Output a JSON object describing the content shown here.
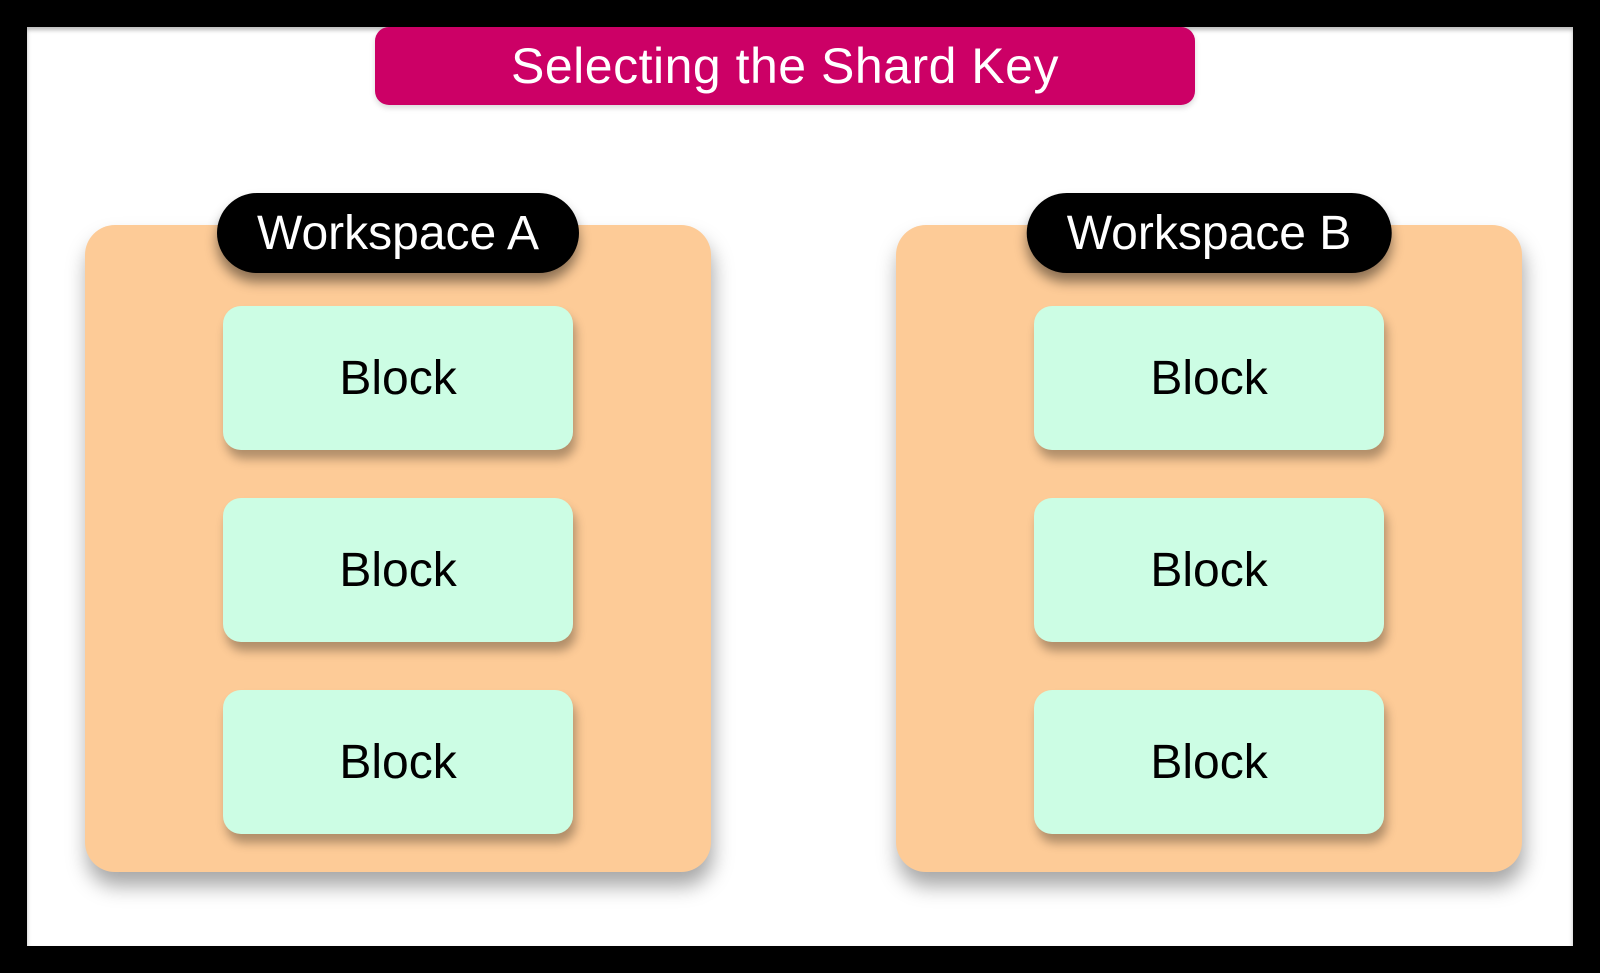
{
  "title": "Selecting the Shard Key",
  "workspaces": [
    {
      "label": "Workspace A",
      "blocks": [
        "Block",
        "Block",
        "Block"
      ]
    },
    {
      "label": "Workspace B",
      "blocks": [
        "Block",
        "Block",
        "Block"
      ]
    }
  ],
  "colors": {
    "frame": "#000000",
    "canvas": "#ffffff",
    "title-bg": "#cc0066",
    "title-text": "#ffffff",
    "workspace-bg": "#fdcb97",
    "pill-bg": "#000000",
    "pill-text": "#ffffff",
    "block-bg": "#ccfde4",
    "block-text": "#000000"
  }
}
